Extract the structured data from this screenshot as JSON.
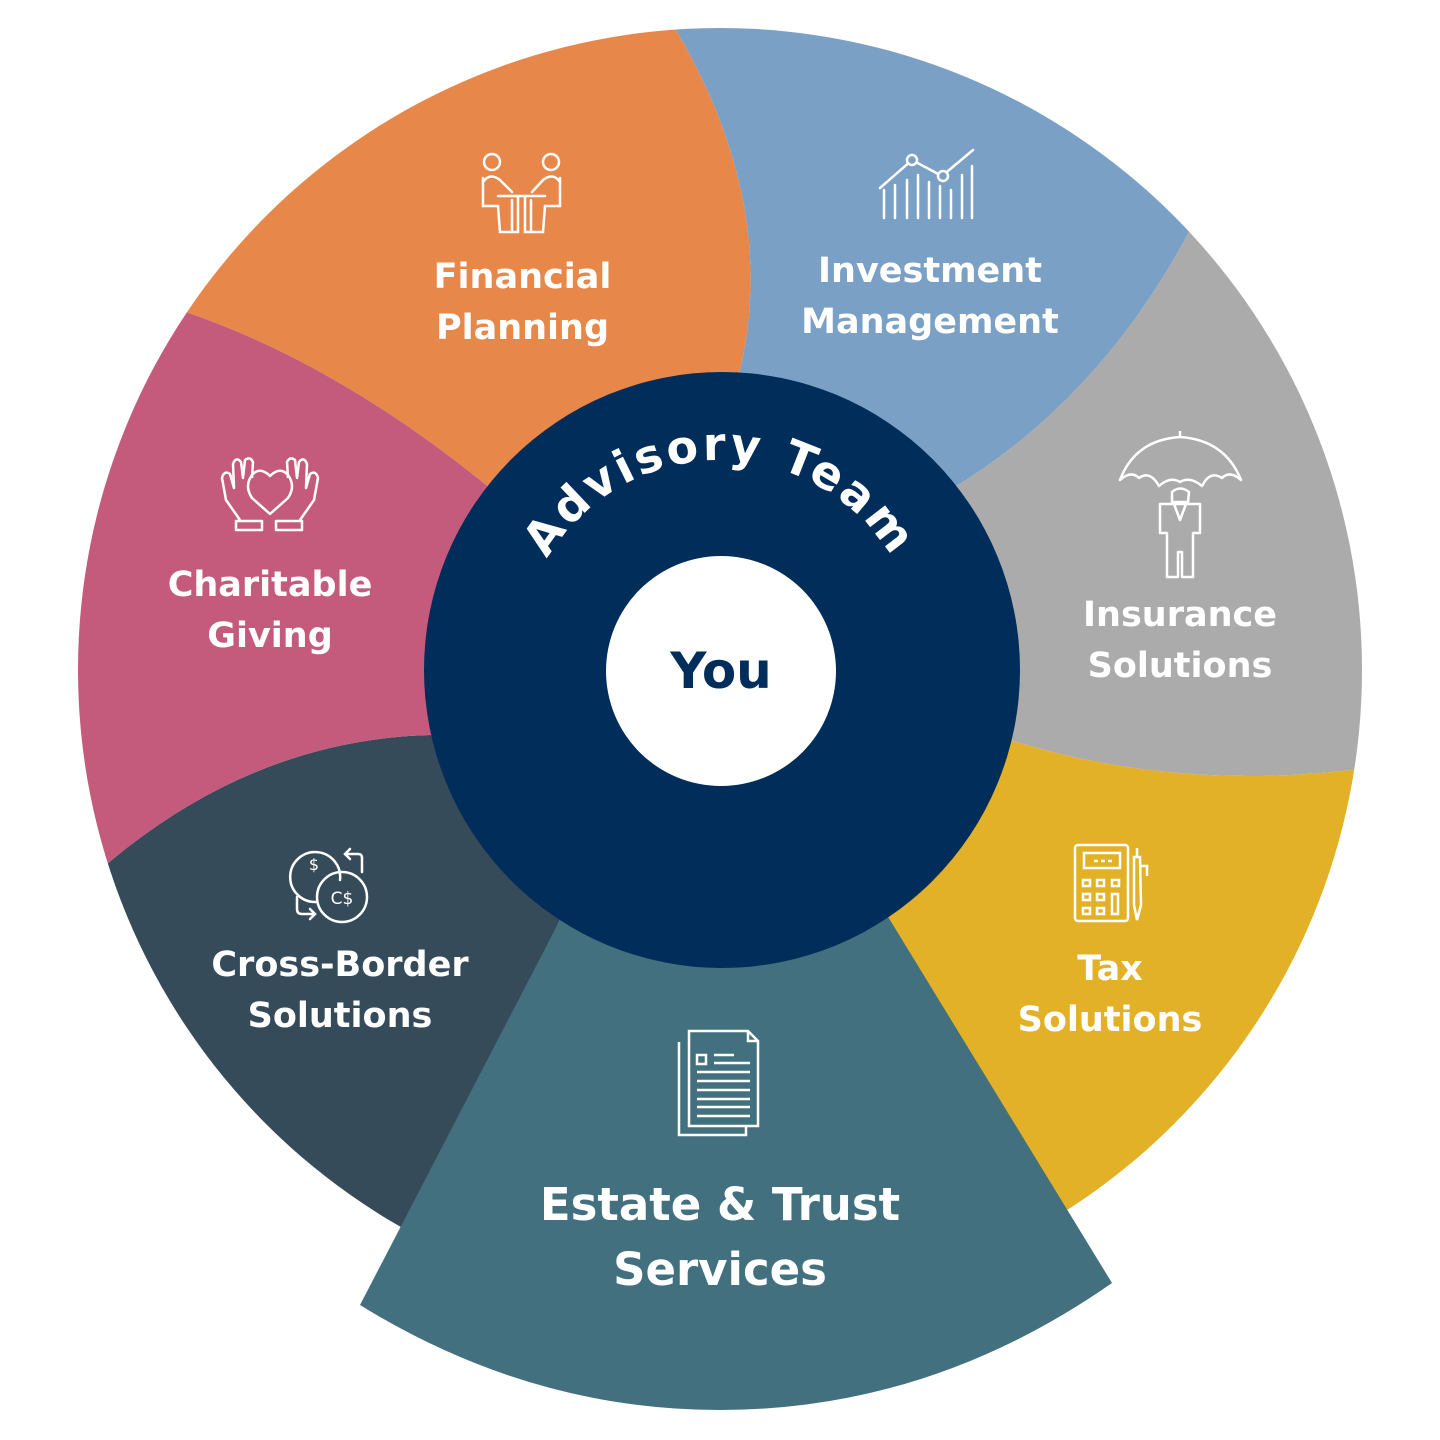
{
  "center": {
    "ring_title": "Advisory Team",
    "core_label": "You",
    "ring_color": "#002d59",
    "core_color": "#ffffff"
  },
  "segments": [
    {
      "id": "financial-planning",
      "line1": "Financial",
      "line2": "Planning",
      "icon": "meeting-table-icon",
      "color": "#e8874a"
    },
    {
      "id": "investment-management",
      "line1": "Investment",
      "line2": "Management",
      "icon": "line-bar-chart-icon",
      "color": "#7ba0c6"
    },
    {
      "id": "insurance-solutions",
      "line1": "Insurance",
      "line2": "Solutions",
      "icon": "umbrella-person-icon",
      "color": "#aaabaa"
    },
    {
      "id": "tax-solutions",
      "line1": "Tax",
      "line2": "Solutions",
      "icon": "calculator-pen-icon",
      "color": "#e2b127"
    },
    {
      "id": "estate-trust-services",
      "line1": "Estate & Trust",
      "line2": "Services",
      "icon": "documents-icon",
      "color": "#42707f"
    },
    {
      "id": "cross-border-solutions",
      "line1": "Cross-Border",
      "line2": "Solutions",
      "icon": "currency-exchange-icon",
      "color": "#364b5a"
    },
    {
      "id": "charitable-giving",
      "line1": "Charitable",
      "line2": "Giving",
      "icon": "hands-heart-icon",
      "color": "#c45b7c"
    }
  ]
}
